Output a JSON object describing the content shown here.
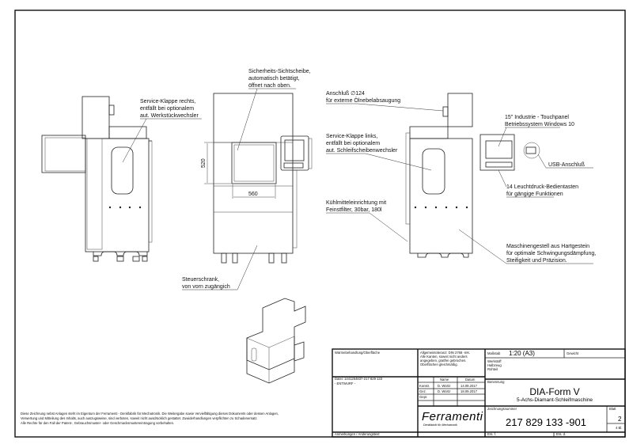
{
  "annotations": {
    "service_right": [
      "Service-Klappe rechts,",
      "entfällt bei optionalem",
      "aut. Werkstückwechsler"
    ],
    "safety_window": [
      "Sicherheits-Sichtscheibe,",
      "automatisch betätigt,",
      "öffnet nach oben."
    ],
    "control_cabinet": [
      "Steuerschrank,",
      "von vorn zugängich"
    ],
    "connection": [
      "Anschluß ∅124",
      "für externe Ölnebelabsaugung"
    ],
    "touchpanel": [
      "15\" Industrie - Touchpanel",
      "Betriebssystem Windows 10"
    ],
    "service_left": [
      "Service-Klappe links,",
      "entfällt bei optionalem",
      "aut. Schleifscheibenwechsler"
    ],
    "usb": "USB-Anschluß",
    "buttons": [
      "14 Leuchtdruck-Bedientasten",
      "für gängige Funktionen"
    ],
    "coolant": [
      "Kühlmitteleinrichtung mit",
      "Feinstfilter, 30bar, 180l"
    ],
    "frame": [
      "Maschinengestell aus Hartgestein",
      "für optimale Schwingungsdämpfung,",
      "Steifigkeit und Präzision."
    ]
  },
  "dimensions": {
    "height": "520",
    "width": "560"
  },
  "copyright": [
    "Diese Zeichnung nebst Anlagen steht im Eigentum der Ferramenti - Denkfabrik für Mechatronik. Die Weitergabe sowie Vervielfältigung dieses Dokuments oder dessen Anlagen,",
    "Verwertung und Mitteilung des Inhalts, auch auszugsweise, sind verboten, soweit nicht ausdrücklich gestattet. Zuwiderhandlungen verpflichten zu Schadenersatz.",
    "Alle Rechte für den Fall der Patent-, Gebrauchsmuster- oder Geschmacksmustereintragung vorbehalten."
  ],
  "title_block": {
    "surface_label": "Wärmebehandlung/Oberfläche",
    "tolerance": [
      "Allgemeintoleranz: DIN 2768 -mK.",
      "Alle Kanten, soweit nicht anders",
      "angegeben, gratfrei gebrochen.",
      "Oberflächen gleichmäßig."
    ],
    "scale_label": "Maßstab",
    "scale_value": "1:20 (A3)",
    "weight_label": "Gewicht",
    "material_labels": [
      "Werkstoff",
      "Halbzeug",
      "Rohteil"
    ],
    "file": "Datei: 1441254837-217 829 133",
    "status": "- ENTWURF -",
    "col_name": "Name",
    "col_date": "Datum",
    "rows": [
      {
        "role": "Konstr.",
        "name": "D. Würtz",
        "date": "14.09.2017"
      },
      {
        "role": "Gez.",
        "name": "D. Würtz",
        "date": "18.09.2017"
      },
      {
        "role": "Gepr.",
        "name": "",
        "date": ""
      }
    ],
    "designation_label": "Benennung",
    "title": "DIA-Form V",
    "subtitle": "5-Achs-Diamant-Schleifmaschine",
    "logo": "Ferramenti",
    "logo_sub": "Denkfabrik für Mechatronik",
    "drawing_no_label": "Zeichnungsnummer",
    "drawing_no": "217 829 133 -901",
    "sheet_label": "Blatt",
    "sheet": "2",
    "sheets_total": "4 Bl.",
    "remarks_label": "Anmerkungen / Änderungstext",
    "replaces_label": "Ers. f.",
    "replaced_by_label": "Ers. d."
  }
}
